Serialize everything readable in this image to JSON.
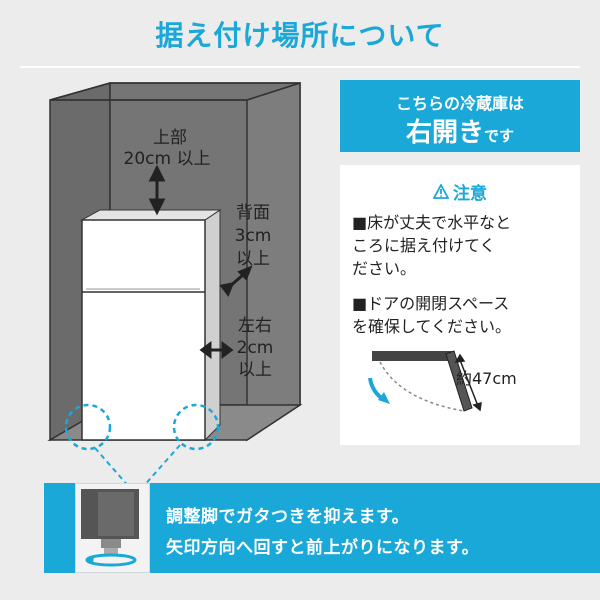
{
  "title": "据え付け場所について",
  "labels": {
    "top_1": "上部",
    "top_2": "20cm 以上",
    "back_1": "背面",
    "back_2": "3cm",
    "back_3": "以上",
    "side_1": "左右",
    "side_2": "2cm",
    "side_3": "以上"
  },
  "notice": {
    "line1": "こちらの冷蔵庫は",
    "line2_main": "右開き",
    "line2_suffix": "です"
  },
  "caution": {
    "heading": "注意",
    "item1_l1": "■床が丈夫で水平なと",
    "item1_l2": "ころに据え付けてく",
    "item1_l3": "ださい。",
    "item2_l1": "■ドアの開閉スペース",
    "item2_l2": "を確保してください。",
    "door_label": "約47cm"
  },
  "bottom": {
    "line1": "調整脚でガタつきを抑えます。",
    "line2": "矢印方向へ回すと前上がりになります。"
  },
  "colors": {
    "accent": "#1aa8d8",
    "wall": "#6f6f6f",
    "fridge": "#ffffff"
  }
}
